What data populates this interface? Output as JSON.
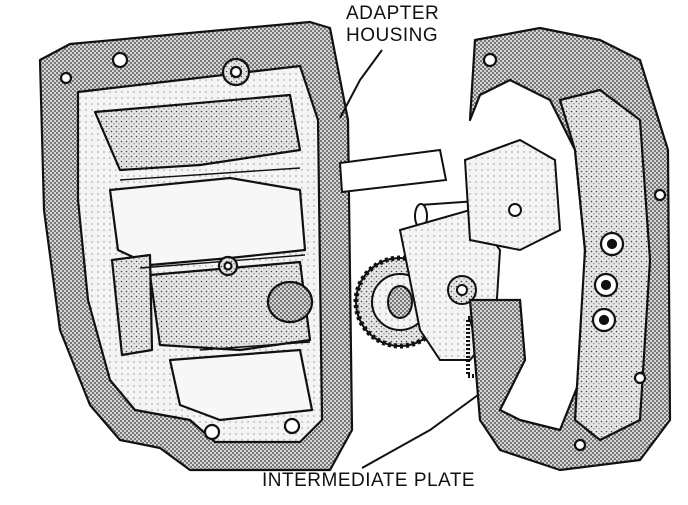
{
  "labels": {
    "adapter_housing_line1": "ADAPTER",
    "adapter_housing_line2": "HOUSING",
    "intermediate_plate": "INTERMEDIATE PLATE"
  },
  "colors": {
    "ink": "#111111",
    "stipple_dark": "#7a7a7a",
    "stipple_mid": "#a8a8a8",
    "stipple_light": "#cfcfcf",
    "paper": "#ffffff"
  }
}
